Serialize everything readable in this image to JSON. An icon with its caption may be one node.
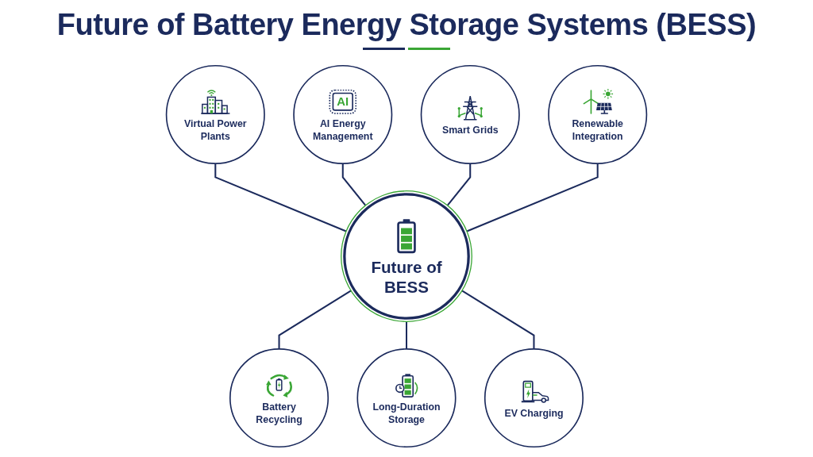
{
  "diagram": {
    "title": "Future of Battery Energy Storage Systems (BESS)",
    "nodes": [
      {
        "text": [
          "AI",
          "AI Energy Management"
        ]
      },
      {
        "text": [
          "Smart Grids"
        ]
      },
      {
        "text": [
          "Virtual Power Plants"
        ]
      },
      {
        "text": [
          "Future of BESS"
        ]
      },
      {
        "text": [
          "Renewable Integration"
        ]
      },
      {
        "text": [
          "Battery Recycling"
        ]
      },
      {
        "text": [
          "EV Charging"
        ]
      },
      {
        "text": [
          "Long-Duration Storage"
        ]
      }
    ],
    "edges": [
      {
        "from": 2,
        "to": 3,
        "arrow": "none"
      },
      {
        "from": 0,
        "to": 3,
        "arrow": "none"
      },
      {
        "from": 1,
        "to": 3,
        "arrow": "none"
      },
      {
        "from": 4,
        "to": 3,
        "arrow": "none"
      },
      {
        "from": 3,
        "to": 5,
        "arrow": "none"
      },
      {
        "from": 3,
        "to": 7,
        "arrow": "none"
      },
      {
        "from": 3,
        "to": 6,
        "arrow": "none"
      }
    ]
  }
}
